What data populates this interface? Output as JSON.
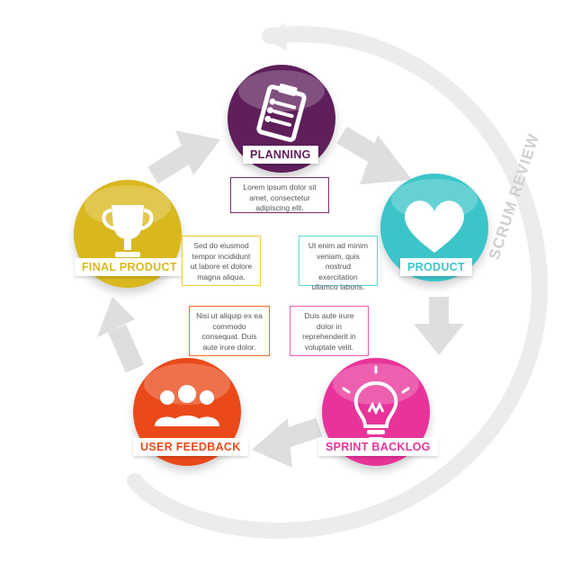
{
  "cycle_label": "SCRUM REVIEW",
  "stages": [
    {
      "id": "planning",
      "title": "PLANNING",
      "text": "Lorem ipsum dolor sit amet, consectetur adipiscing elit.",
      "color": "#5e1f5b",
      "accent": "#7a2a75",
      "icon": "clipboard-icon"
    },
    {
      "id": "product",
      "title": "PRODUCT",
      "text": "Ut enim ad minim veniam, quis nostrud exercitation ullamco laboris.",
      "color": "#3cc5c9",
      "accent": "#5ed6d8",
      "icon": "heart-icon"
    },
    {
      "id": "sprint-backlog",
      "title": "SPRINT BACKLOG",
      "text": "Duis aute irure dolor in reprehenderit in voluptate velit.",
      "color": "#e8349a",
      "accent": "#f15cb0",
      "icon": "lightbulb-icon"
    },
    {
      "id": "user-feedback",
      "title": "USER FEEDBACK",
      "text": "Nisi ut aliquip ex ea commodo consequat. Duis aute irure dolor.",
      "color": "#ea4a1a",
      "accent": "#f26a2c",
      "icon": "users-icon"
    },
    {
      "id": "final-product",
      "title": "FINAL PRODUCT",
      "text": "Sed do eiusmod tempor incididunt ut labore et dolore magna aliqua.",
      "color": "#d9b81f",
      "accent": "#e8cb3a",
      "icon": "trophy-icon"
    }
  ]
}
